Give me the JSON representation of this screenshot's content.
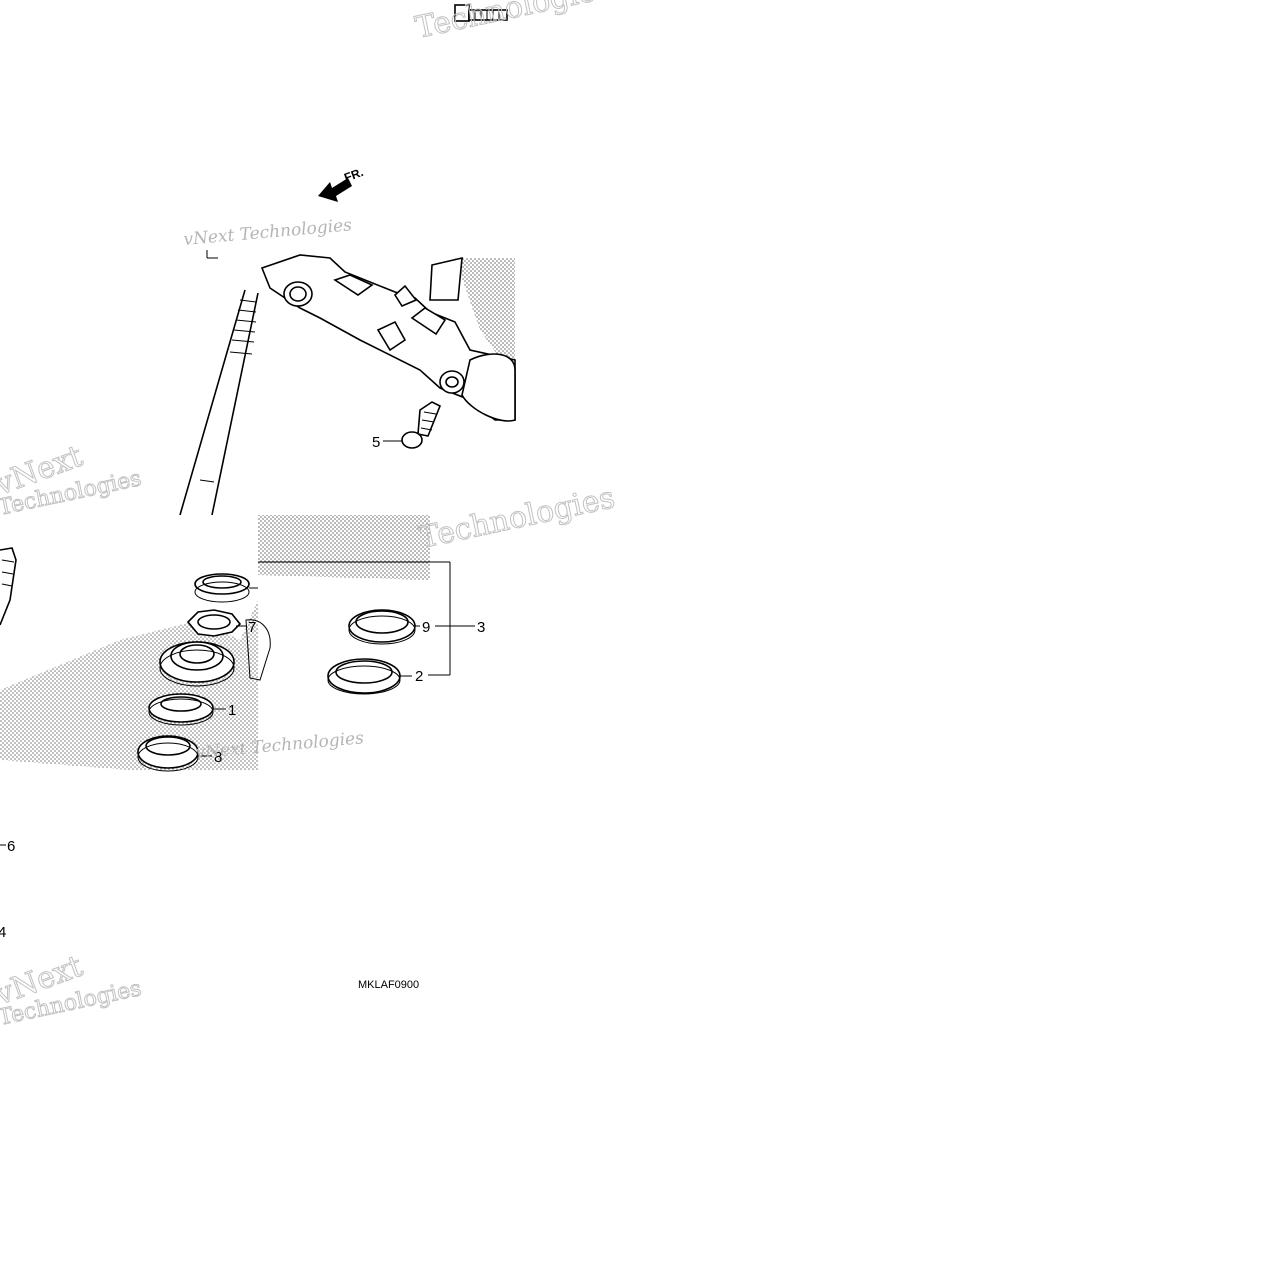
{
  "diagram": {
    "front_indicator": "FR.",
    "figure_code": "MKLAF0900",
    "callouts": [
      "1",
      "2",
      "3",
      "4",
      "5",
      "6",
      "7",
      "8",
      "9"
    ],
    "watermarks": {
      "brand": "vNext",
      "word": "Technologies",
      "line": "vNext Technologies"
    }
  }
}
